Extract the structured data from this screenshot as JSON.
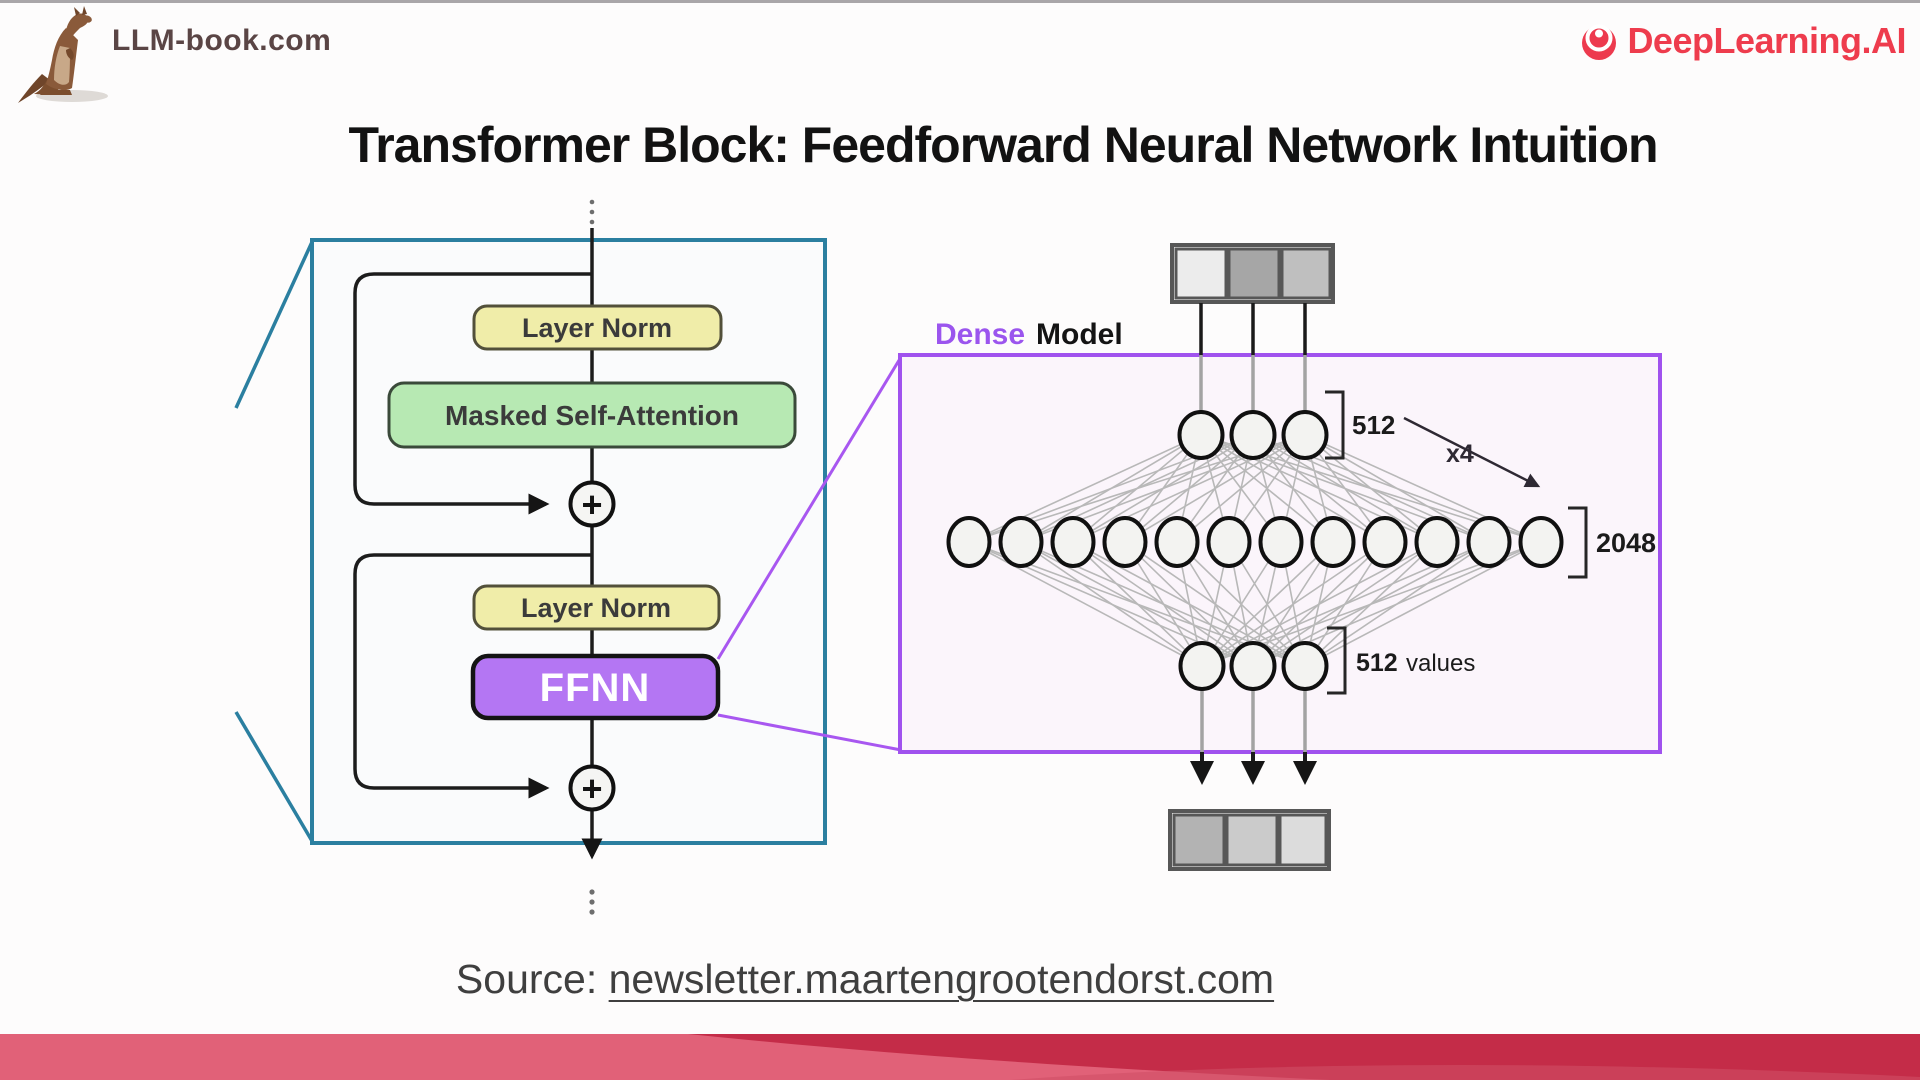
{
  "header": {
    "site_name": "LLM-book.com",
    "brand_name": "DeepLearning.AI"
  },
  "title": "Transformer Block: Feedforward Neural Network Intuition",
  "transformer_block": {
    "layer_norm_top_label": "Layer Norm",
    "masked_self_attention_label": "Masked Self-Attention",
    "plus_symbol_top": "+",
    "layer_norm_bottom_label": "Layer Norm",
    "ffnn_label": "FFNN",
    "plus_symbol_bottom": "+"
  },
  "dense_model": {
    "label_dense": "Dense",
    "label_model": "Model",
    "input_dim_label": "512",
    "multiplier_label": "x4",
    "hidden_dim_label": "2048",
    "output_dim_label": "512",
    "output_dim_suffix": "values",
    "network": {
      "input_neurons": 3,
      "hidden_neurons": 12,
      "output_neurons": 3
    }
  },
  "source": {
    "prefix": "Source: ",
    "link_text": "newsletter.maartengrootendorst.com"
  },
  "icons": {
    "mascot": "kangaroo-logo",
    "brand": "deeplearning-rings-icon"
  },
  "colors": {
    "teal_frame": "#2b7fa0",
    "purple_frame": "#a052ee",
    "ffnn_fill": "#b476f3",
    "layer_norm_fill": "#f0eda9",
    "attention_fill": "#b7e9b3",
    "brand_red": "#ee3c4d",
    "ribbon_pink": "#e16178",
    "ribbon_crimson": "#c42c48"
  }
}
